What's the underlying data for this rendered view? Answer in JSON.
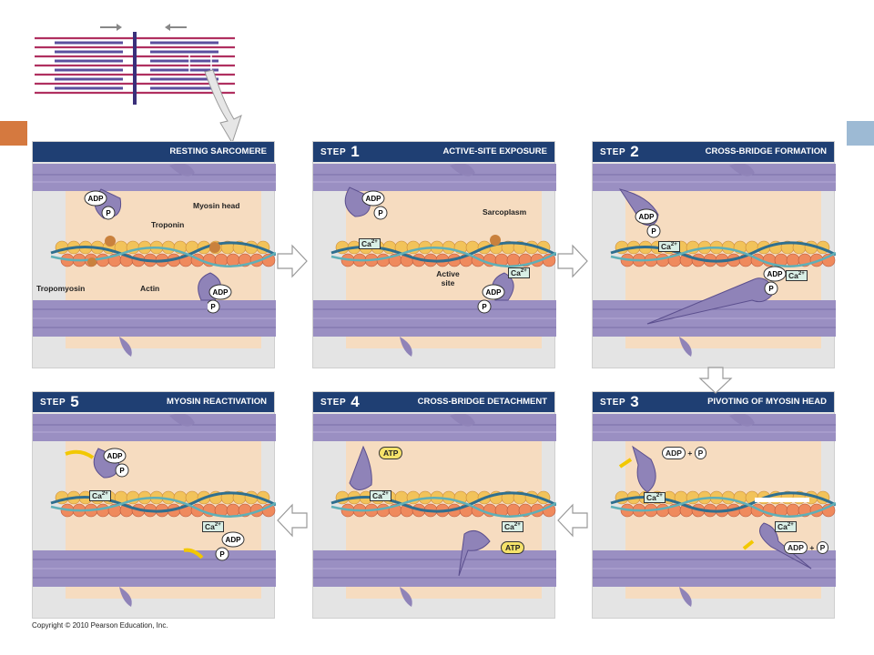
{
  "copyright": "Copyright © 2010 Pearson Education, Inc.",
  "panels": [
    {
      "step_word": "",
      "step_number": "",
      "title": "RESTING SARCOMERE",
      "labels": [
        "Myosin head",
        "Troponin",
        "Tropomyosin",
        "Actin"
      ]
    },
    {
      "step_word": "STEP",
      "step_number": "1",
      "title": "ACTIVE-SITE EXPOSURE",
      "labels": [
        "Sarcoplasm",
        "Active site"
      ]
    },
    {
      "step_word": "STEP",
      "step_number": "2",
      "title": "CROSS-BRIDGE FORMATION",
      "labels": []
    },
    {
      "step_word": "STEP",
      "step_number": "3",
      "title": "PIVOTING OF MYOSIN HEAD",
      "labels": []
    },
    {
      "step_word": "STEP",
      "step_number": "4",
      "title": "CROSS-BRIDGE DETACHMENT",
      "labels": []
    },
    {
      "step_word": "STEP",
      "step_number": "5",
      "title": "MYOSIN REACTIVATION",
      "labels": []
    }
  ],
  "molecules": {
    "adp": "ADP",
    "p": "P",
    "atp": "ATP",
    "ca": "Ca",
    "ca_charge": "2+",
    "plus": "+"
  },
  "colors": {
    "header": "#1f3f73",
    "accent_orange": "#d5793f",
    "accent_blue": "#9dbad4",
    "sarcoplasm": "#f6dcc0",
    "myosin": "#8f83b8",
    "actin_bead": "#ef8a5d",
    "actin_bead_alt": "#f2c35a"
  }
}
